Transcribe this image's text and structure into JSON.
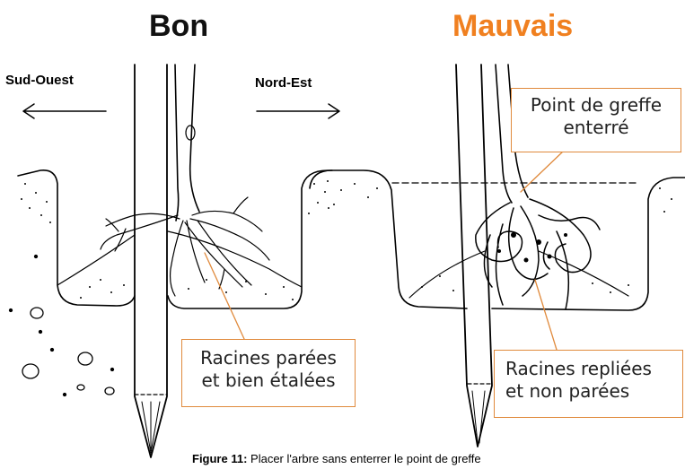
{
  "headings": {
    "good": "Bon",
    "bad": "Mauvais",
    "good_color": "#111111",
    "bad_color": "#f08020"
  },
  "directions": {
    "left": "Sud-Ouest",
    "right": "Nord-Est"
  },
  "callouts": {
    "graft_line1": "Point de greffe",
    "graft_line2": "enterré",
    "roots_good_line1": "Racines parées",
    "roots_good_line2": "et bien étalées",
    "roots_bad_line1": "Racines repliées",
    "roots_bad_line2": "et non parées"
  },
  "caption": {
    "label": "Figure 11:",
    "text": " Placer l'arbre sans enterrer le point de greffe"
  },
  "colors": {
    "accent": "#e08a3c",
    "ink": "#000000"
  }
}
